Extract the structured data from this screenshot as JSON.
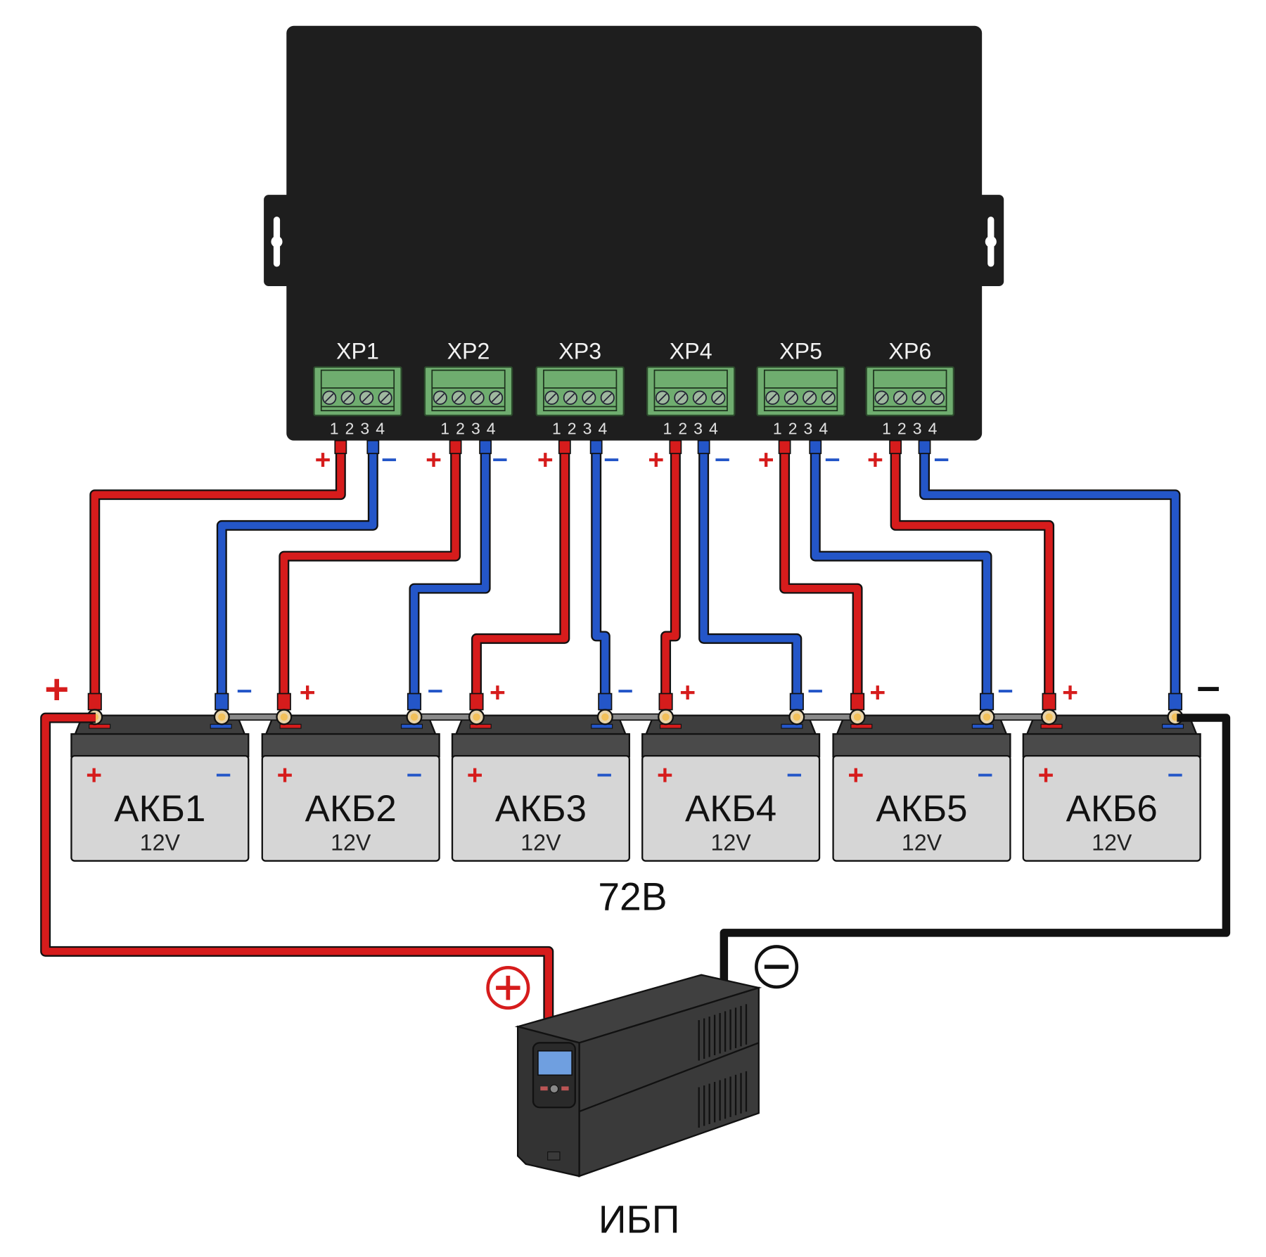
{
  "controller": {
    "ports": [
      {
        "label": "XP1",
        "pins": [
          "1",
          "2",
          "3",
          "4"
        ]
      },
      {
        "label": "XP2",
        "pins": [
          "1",
          "2",
          "3",
          "4"
        ]
      },
      {
        "label": "XP3",
        "pins": [
          "1",
          "2",
          "3",
          "4"
        ]
      },
      {
        "label": "XP4",
        "pins": [
          "1",
          "2",
          "3",
          "4"
        ]
      },
      {
        "label": "XP5",
        "pins": [
          "1",
          "2",
          "3",
          "4"
        ]
      },
      {
        "label": "XP6",
        "pins": [
          "1",
          "2",
          "3",
          "4"
        ]
      }
    ],
    "plus_sign": "+",
    "minus_sign": "–"
  },
  "batteries": [
    {
      "label": "АКБ1",
      "voltage": "12V"
    },
    {
      "label": "АКБ2",
      "voltage": "12V"
    },
    {
      "label": "АКБ3",
      "voltage": "12V"
    },
    {
      "label": "АКБ4",
      "voltage": "12V"
    },
    {
      "label": "АКБ5",
      "voltage": "12V"
    },
    {
      "label": "АКБ6",
      "voltage": "12V"
    }
  ],
  "battery_signs": {
    "plus": "+",
    "minus": "–"
  },
  "total_voltage": "72В",
  "ups": {
    "label": "ИБП",
    "plus_symbol": "⊕",
    "minus_symbol": "⊖"
  },
  "colors": {
    "positive_wire": "#d61c1c",
    "negative_wire": "#2456c8",
    "ups_negative_wire": "#111111",
    "controller_body": "#1e1e1e",
    "terminal_block": "#6fad6f",
    "battery_body": "#d6d6d6",
    "battery_lid": "#4a4a4a"
  }
}
